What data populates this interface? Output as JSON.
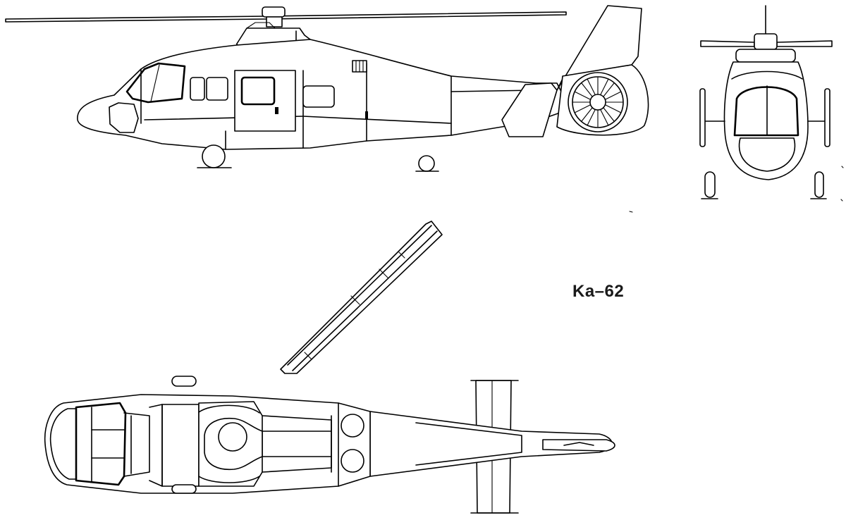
{
  "drawing": {
    "model_label": "Ka–62",
    "line_color": "#000000",
    "background_color": "#ffffff",
    "views": [
      "side-view",
      "front-view",
      "top-view",
      "rotor-blade"
    ]
  }
}
